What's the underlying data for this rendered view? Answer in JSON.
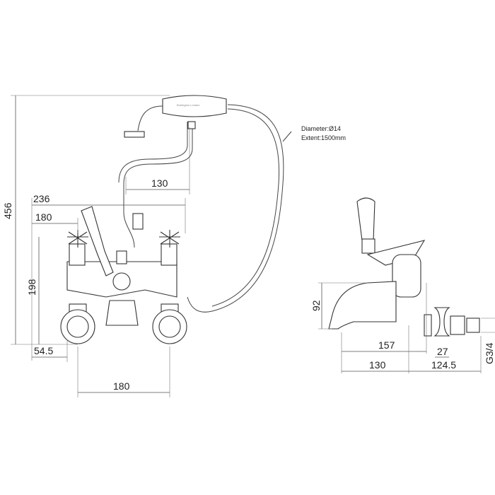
{
  "title": "Bath shower mixer technical drawing",
  "handset_brand": "Burlington London",
  "hose_note": {
    "diameter": "Diameter:Ø14",
    "extent": "Extent:1500mm"
  },
  "front_view": {
    "height_total": "456",
    "width_overall": "236",
    "handle_spacing": "180",
    "handset_offset": "130",
    "body_height": "198",
    "inlet_offset": "54.5",
    "centres": "180"
  },
  "side_view": {
    "spout_height": "92",
    "spout_projection": "157",
    "flange_width": "27",
    "spout_to_body": "130",
    "body_to_wall": "124.5",
    "thread": "G3/4"
  }
}
